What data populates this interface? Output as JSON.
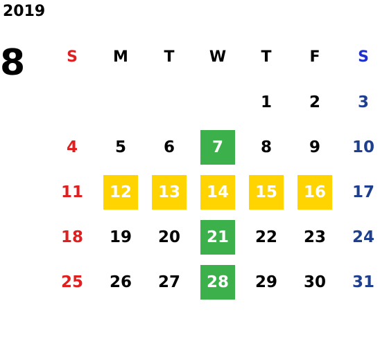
{
  "header": {
    "year": "2019",
    "month": "8"
  },
  "colors": {
    "sunday": "#e02020",
    "saturday": "#1e3f8f",
    "saturday_header": "#1f2fd0",
    "highlight_green": "#3cb04a",
    "highlight_yellow": "#ffd400"
  },
  "weekdays": [
    "S",
    "M",
    "T",
    "W",
    "T",
    "F",
    "S"
  ],
  "weeks": [
    [
      {
        "d": ""
      },
      {
        "d": ""
      },
      {
        "d": ""
      },
      {
        "d": ""
      },
      {
        "d": "1"
      },
      {
        "d": "2"
      },
      {
        "d": "3"
      }
    ],
    [
      {
        "d": "4"
      },
      {
        "d": "5"
      },
      {
        "d": "6"
      },
      {
        "d": "7",
        "hl": "green"
      },
      {
        "d": "8"
      },
      {
        "d": "9"
      },
      {
        "d": "10"
      }
    ],
    [
      {
        "d": "11"
      },
      {
        "d": "12",
        "hl": "yellow"
      },
      {
        "d": "13",
        "hl": "yellow"
      },
      {
        "d": "14",
        "hl": "yellow"
      },
      {
        "d": "15",
        "hl": "yellow"
      },
      {
        "d": "16",
        "hl": "yellow"
      },
      {
        "d": "17"
      }
    ],
    [
      {
        "d": "18"
      },
      {
        "d": "19"
      },
      {
        "d": "20"
      },
      {
        "d": "21",
        "hl": "green"
      },
      {
        "d": "22"
      },
      {
        "d": "23"
      },
      {
        "d": "24"
      }
    ],
    [
      {
        "d": "25"
      },
      {
        "d": "26"
      },
      {
        "d": "27"
      },
      {
        "d": "28",
        "hl": "green"
      },
      {
        "d": "29"
      },
      {
        "d": "30"
      },
      {
        "d": "31"
      }
    ]
  ]
}
